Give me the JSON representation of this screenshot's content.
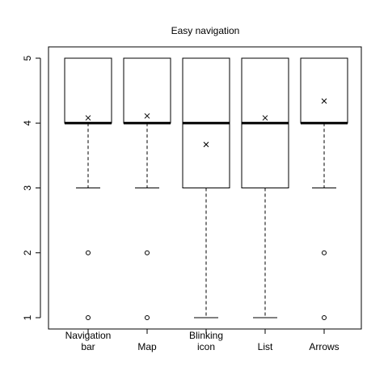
{
  "chart_data": {
    "type": "boxplot",
    "title": "Easy navigation",
    "xlabel": "",
    "ylabel": "",
    "ylim": [
      1,
      5
    ],
    "yticks": [
      1,
      2,
      3,
      4,
      5
    ],
    "grid": false,
    "categories": [
      [
        "Navigation",
        "bar"
      ],
      [
        "Map"
      ],
      [
        "Blinking",
        "icon"
      ],
      [
        "List"
      ],
      [
        "Arrows"
      ]
    ],
    "boxes": [
      {
        "whisker_low": 3,
        "q1": 4,
        "median": 4,
        "q3": 5,
        "whisker_high": 5,
        "mean": 4.08,
        "outliers": [
          2,
          1
        ]
      },
      {
        "whisker_low": 3,
        "q1": 4,
        "median": 4,
        "q3": 5,
        "whisker_high": 5,
        "mean": 4.11,
        "outliers": [
          2,
          1
        ]
      },
      {
        "whisker_low": 1,
        "q1": 3,
        "median": 4,
        "q3": 5,
        "whisker_high": 5,
        "mean": 3.67,
        "outliers": []
      },
      {
        "whisker_low": 1,
        "q1": 3,
        "median": 4,
        "q3": 5,
        "whisker_high": 5,
        "mean": 4.08,
        "outliers": []
      },
      {
        "whisker_low": 3,
        "q1": 4,
        "median": 4,
        "q3": 5,
        "whisker_high": 5,
        "mean": 4.34,
        "outliers": [
          2,
          1
        ]
      }
    ]
  }
}
